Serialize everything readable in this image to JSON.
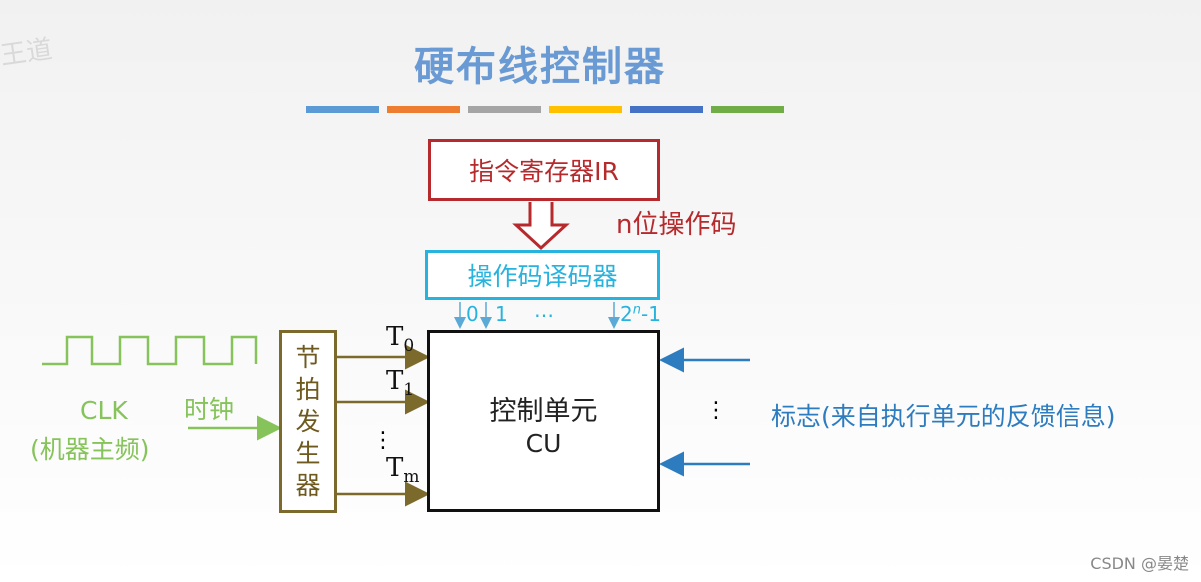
{
  "title": "硬布线控制器",
  "colors": {
    "title": "#6a9ad3",
    "ir": "#b62a2d",
    "decoder": "#27b3de",
    "generator": "#7c6a2c",
    "clock": "#86c35a",
    "flags": "#2d7cbf"
  },
  "color_bar": [
    "#5b9bd5",
    "#ed7d31",
    "#a5a5a5",
    "#ffc000",
    "#4472c4",
    "#70ad47"
  ],
  "ir_register": {
    "label": "指令寄存器IR"
  },
  "opcode_label": "n位操作码",
  "decoder": {
    "label": "操作码译码器",
    "outputs": {
      "first": "0",
      "second": "1",
      "ellipsis": "…",
      "last_base": "2",
      "last_exp": "n",
      "last_suffix": "-1"
    }
  },
  "control_unit": {
    "name": "控制单元",
    "abbr": "CU"
  },
  "beat_generator": {
    "chars": [
      "节",
      "拍",
      "发",
      "生",
      "器"
    ]
  },
  "beats": {
    "t0_sub": "0",
    "t1_sub": "1",
    "ellipsis": "⋮",
    "tm_sub": "m",
    "symbol": "T"
  },
  "clock": {
    "clk": "CLK",
    "clk_sub": "(机器主频)",
    "label": "时钟"
  },
  "flags": {
    "label": "标志(来自执行单元的反馈信息)",
    "ellipsis": "⋮"
  },
  "watermark": "CSDN @晏楚",
  "logo_mark": "王道"
}
